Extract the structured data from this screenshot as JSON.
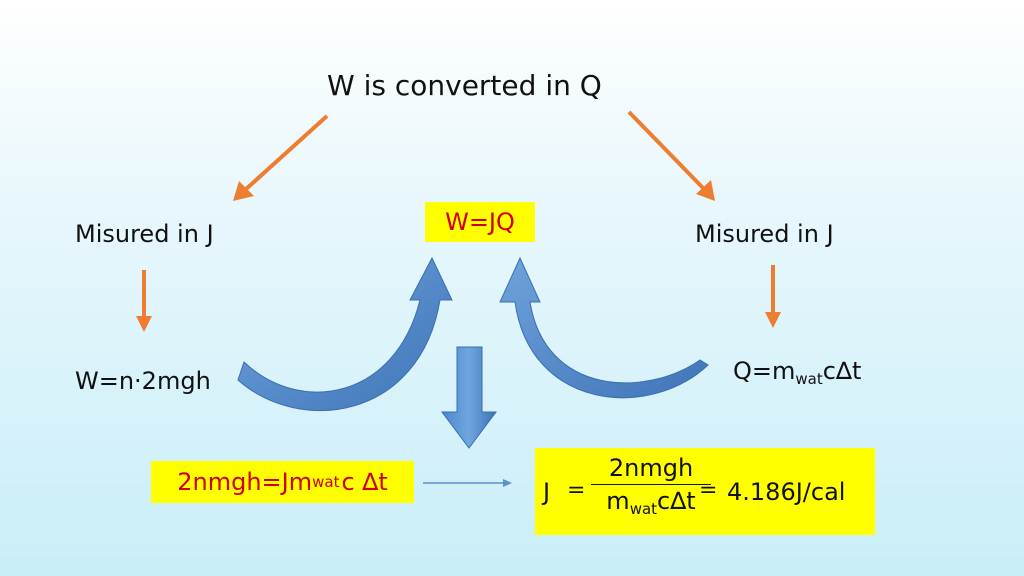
{
  "title": "W is converted in Q",
  "left_unit": "Misured in J",
  "right_unit": "Misured in J",
  "center_eq": "W=JQ",
  "left_formula": "W=n·2mgh",
  "right_formula": {
    "q": "Q=m",
    "sub": "wat",
    "rest": "c∆t"
  },
  "combined_eq": {
    "a": "2nmgh=Jm",
    "sub": "wat",
    "b": "c ∆t"
  },
  "final_eq": {
    "lhs": "J",
    "eq1": "=",
    "numerator": "2nmgh",
    "den_a": "m",
    "den_sub": "wat",
    "den_b": "c∆t",
    "eq2": "=",
    "result": "4.186J/cal"
  },
  "colors": {
    "orange": "#ed7d31",
    "blue": "#4f81bd",
    "highlight": "#ffff00",
    "red_text": "#d00000"
  }
}
